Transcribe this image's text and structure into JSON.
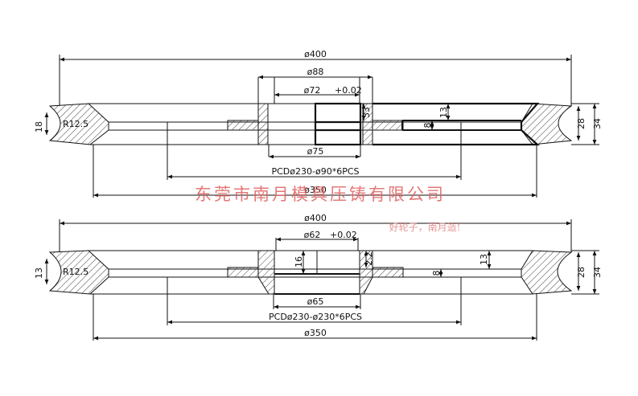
{
  "colors": {
    "line": "#111111",
    "hatch": "#444444",
    "watermark": "#e06060"
  },
  "watermark": {
    "company": "东莞市南月模具压铸有限公司",
    "slogan": "好轮子，南月造!"
  },
  "top_view": {
    "dims": {
      "outer": "ø400",
      "hub_outer": "ø88",
      "bore_top": "ø72",
      "bore_top_suffix": "+0.02",
      "bore_bottom": "ø75",
      "pcd": "PCDø230-ø90*6PCS",
      "rim": "ø350",
      "groove": "R12.5",
      "rim_height_left": "18",
      "web_thickness": "13",
      "hub_step": "33",
      "web_inner": "8",
      "rim_inner": "28",
      "rim_outer": "34"
    }
  },
  "bottom_view": {
    "dims": {
      "outer": "ø400",
      "bore_top": "ø62",
      "bore_top_suffix": "+0.02",
      "bore_bottom": "ø65",
      "pcd": "PCDø230-ø230*6PCS",
      "rim": "ø350",
      "groove": "R12.5",
      "rim_height_left": "13",
      "hub_height": "16",
      "hub_step": "2.2",
      "web_thickness": "13",
      "web_inner": "8",
      "rim_inner": "28",
      "rim_outer": "34"
    }
  }
}
